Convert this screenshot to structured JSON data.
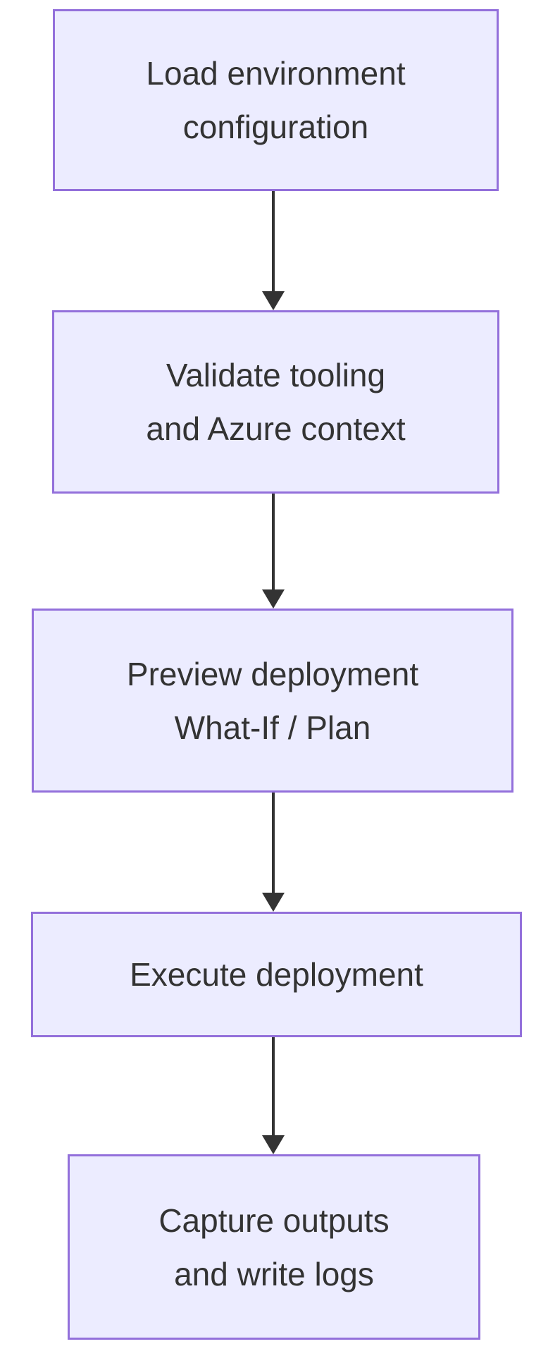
{
  "diagram": {
    "type": "flowchart",
    "direction": "top-down",
    "background": "#ffffff",
    "node_fill": "#ECECFF",
    "node_border": "#9370DB",
    "text_color": "#333333",
    "arrow_color": "#333333",
    "nodes": [
      {
        "id": "load-environment-configuration",
        "lines": [
          "Load environment",
          "configuration"
        ]
      },
      {
        "id": "validate-tooling-azure-context",
        "lines": [
          "Validate tooling",
          "and Azure context"
        ]
      },
      {
        "id": "preview-deployment-whatif-plan",
        "lines": [
          "Preview deployment",
          "What-If / Plan"
        ]
      },
      {
        "id": "execute-deployment",
        "lines": [
          "Execute deployment"
        ]
      },
      {
        "id": "capture-outputs-write-logs",
        "lines": [
          "Capture outputs",
          "and write logs"
        ]
      }
    ],
    "edges": [
      {
        "from": "load-environment-configuration",
        "to": "validate-tooling-azure-context"
      },
      {
        "from": "validate-tooling-azure-context",
        "to": "preview-deployment-whatif-plan"
      },
      {
        "from": "preview-deployment-whatif-plan",
        "to": "execute-deployment"
      },
      {
        "from": "execute-deployment",
        "to": "capture-outputs-write-logs"
      }
    ]
  }
}
